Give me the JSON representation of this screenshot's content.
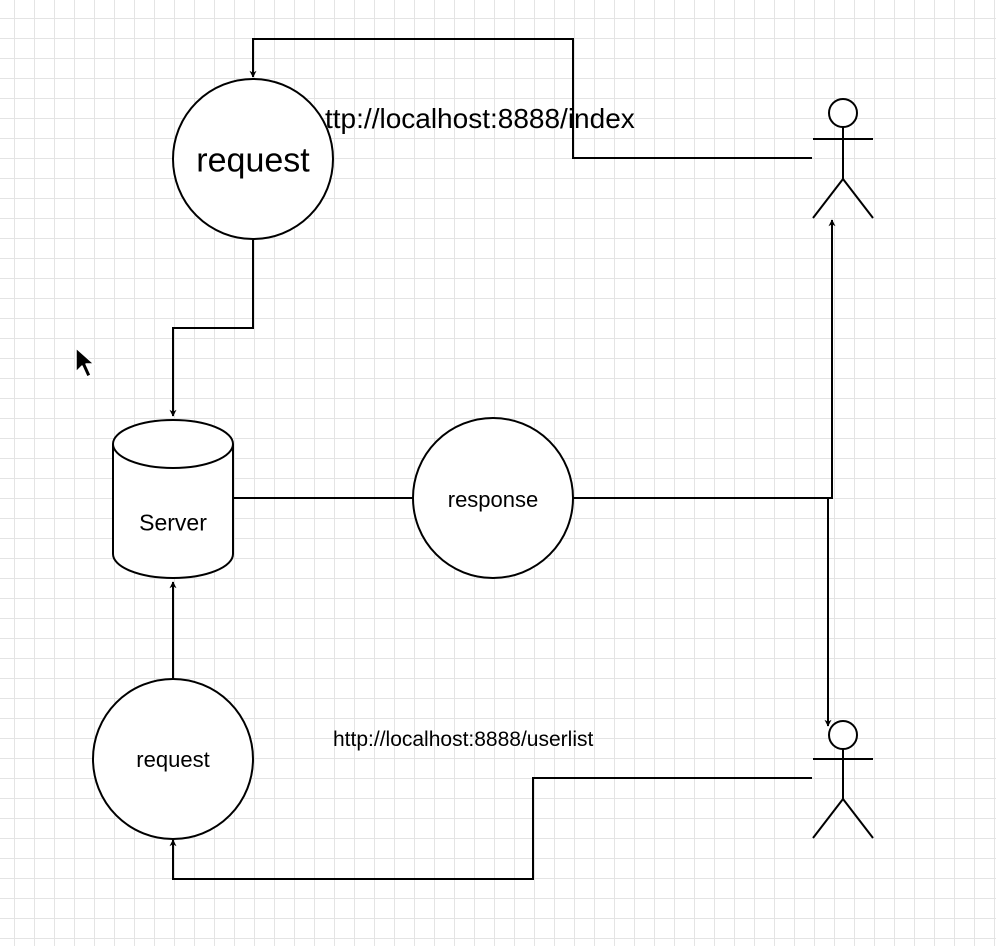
{
  "nodes": {
    "request_top": "request",
    "server": "Server",
    "response": "response",
    "request_bottom": "request"
  },
  "edge_labels": {
    "index_url": "ttp://localhost:8888/index",
    "userlist_url": "http://localhost:8888/userlist"
  },
  "icons": [
    "actor-icon",
    "actor-icon",
    "mouse-cursor-icon"
  ]
}
